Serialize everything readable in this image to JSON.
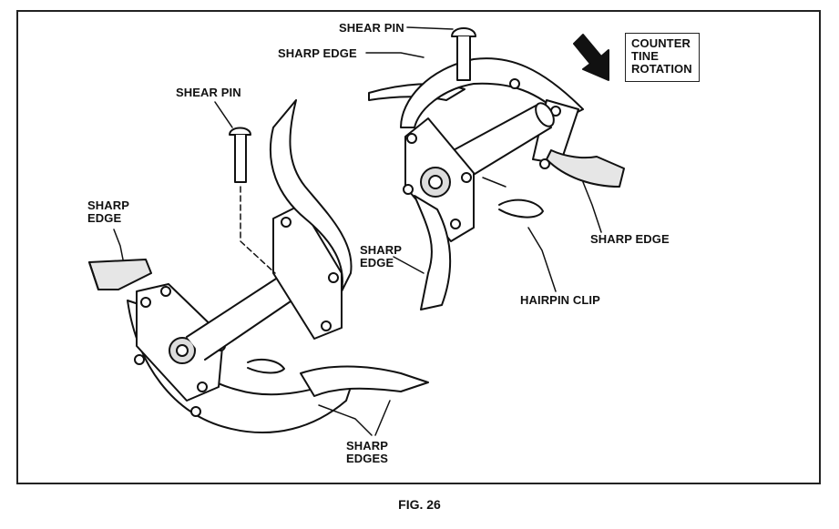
{
  "labels": {
    "shear_pin_right": "SHEAR PIN",
    "sharp_edge_top": "SHARP EDGE",
    "shear_pin_left": "SHEAR PIN",
    "sharp_edge_left": [
      "SHARP",
      "EDGE"
    ],
    "sharp_edge_mid": [
      "SHARP",
      "EDGE"
    ],
    "sharp_edge_right": "SHARP EDGE",
    "hairpin_clip": "HAIRPIN CLIP",
    "sharp_edges_bottom": [
      "SHARP",
      "EDGES"
    ]
  },
  "callout": [
    "COUNTER",
    "TINE",
    "ROTATION"
  ],
  "caption": "FIG. 26"
}
